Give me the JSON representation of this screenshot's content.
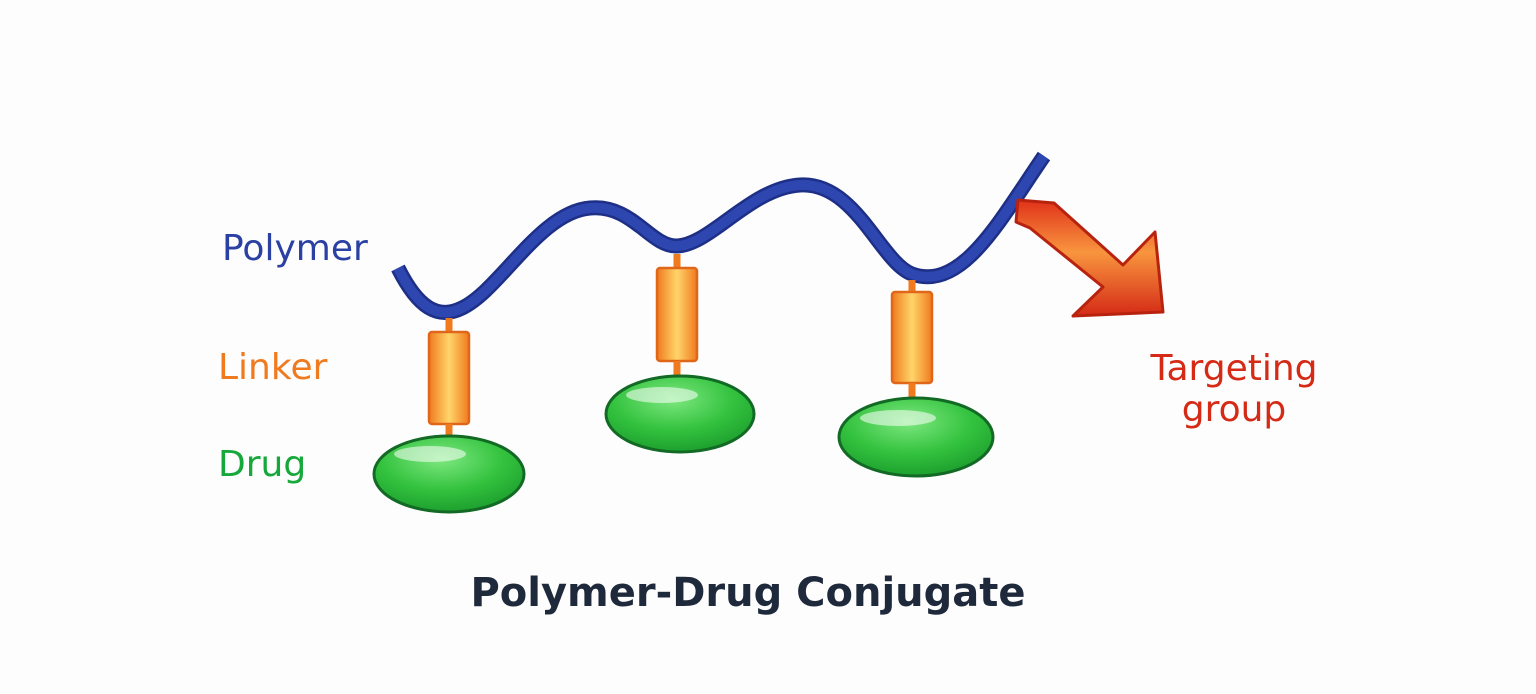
{
  "labels": {
    "polymer": "Polymer",
    "linker": "Linker",
    "drug": "Drug",
    "targeting_line1": "Targeting",
    "targeting_line2": "group"
  },
  "title": "Polymer-Drug Conjugate",
  "colors": {
    "polymer": "#2a40a2",
    "linker": "#f07a1e",
    "drug": "#17a83b",
    "targeting": "#d42a16",
    "title": "#1e2a3c",
    "background": "#fdfdfd"
  },
  "icons": {
    "polymer_chain": "wavy-polymer-chain",
    "linker": "orange-cylinder-linker",
    "drug": "green-ellipse-drug",
    "targeting_group": "red-arrow-targeting-group"
  }
}
